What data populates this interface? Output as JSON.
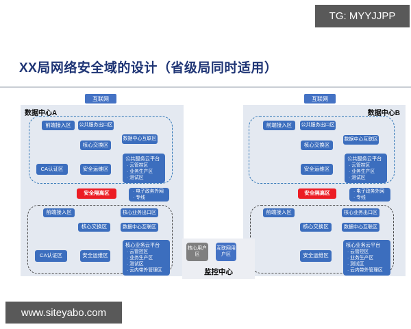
{
  "badges": {
    "tg": "TG: MYYJJPP",
    "watermark": "www.siteyabo.com"
  },
  "title": "XX局网络安全域的设计（省级局同时适用）",
  "labels": {
    "internet": "互联网"
  },
  "colors": {
    "title_navy": "#1F3575",
    "zone_blue": "#3C6EBE",
    "isolation_red": "#EC1C24",
    "user_gray": "#7F7F7F",
    "panel_bg": "#E4E9F1",
    "badge_bg": "#595959",
    "dashed_blue": "#2E75B6",
    "dashed_dark": "#4A4A4A"
  },
  "datacenter_a": {
    "name": "数据中心A",
    "public_region": {
      "front_access": "前端接入区",
      "public_service_exit": "公共服务出口区",
      "core_switch": "核心交换区",
      "dc_interconnect": "数据中心互联区",
      "ca_auth": "CA认证区",
      "security_ops": "安全运维区",
      "cloud": {
        "title": "公共服务云平台",
        "items": [
          "云管控区",
          "业务生产区",
          "测试区"
        ]
      }
    },
    "isolation_zone": "安全隔离区",
    "egov_link": {
      "items": [
        "电子政务外网",
        "专线"
      ]
    },
    "core_region": {
      "front_access": "前端接入区",
      "core_business_exit": "核心业务出口区",
      "core_switch": "核心交换区",
      "dc_interconnect": "数据中心互联区",
      "ca_auth": "CA认证区",
      "security_ops": "安全运维区",
      "cloud": {
        "title": "核心业务云平台",
        "items": [
          "云管控区",
          "业务生产区",
          "测试区",
          "云内带外管理区"
        ]
      }
    }
  },
  "datacenter_b": {
    "name": "数据中心B",
    "public_region": {
      "front_access": "前端接入区",
      "public_service_exit": "公共服务出口区",
      "core_switch": "核心交换区",
      "dc_interconnect": "数据中心互联区",
      "security_ops": "安全运维区",
      "cloud": {
        "title": "公共服务云平台",
        "items": [
          "云管控区",
          "业务生产区",
          "测试区"
        ]
      }
    },
    "isolation_zone": "安全隔离区",
    "egov_link": {
      "items": [
        "电子政务外网",
        "专线"
      ]
    },
    "core_region": {
      "front_access": "前端接入区",
      "core_business_exit": "核心业务出口区",
      "core_switch": "核心交换区",
      "dc_interconnect": "数据中心互联区",
      "security_ops": "安全运维区",
      "cloud": {
        "title": "核心业务云平台",
        "items": [
          "云管控区",
          "业务生产区",
          "测试区",
          "云内带外管理区"
        ]
      }
    }
  },
  "monitoring": {
    "label": "监控中心",
    "core_user_zone": "核心用户区",
    "internet_user_zone": "互联网用户区"
  }
}
